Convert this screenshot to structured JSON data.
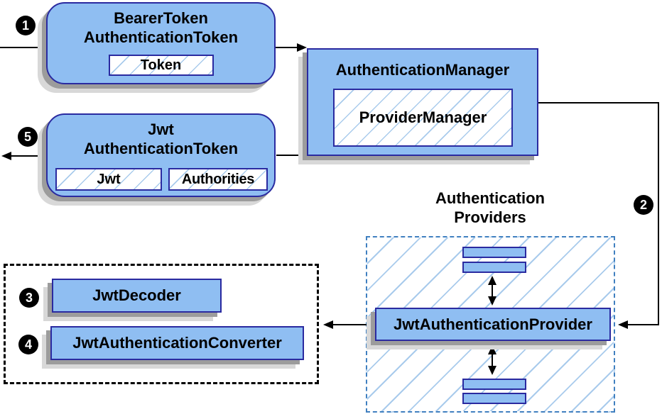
{
  "colors": {
    "box_fill": "#8FBEF2",
    "box_border": "#2A2AA0",
    "hatch_line": "#A9CBEC",
    "providers_dash_border": "#4080C0",
    "black_dash_border": "#000000",
    "connector": "#000000",
    "shadow_dark": "#9C9C9C",
    "shadow_light": "#D8D8D8",
    "badge_bg": "#000000",
    "badge_text": "#FFFFFF"
  },
  "steps": {
    "s1": "1",
    "s2": "2",
    "s3": "3",
    "s4": "4",
    "s5": "5"
  },
  "nodes": {
    "bearer_token_authentication_token": {
      "title_line1": "BearerToken",
      "title_line2": "AuthenticationToken",
      "field_token": "Token"
    },
    "authentication_manager": {
      "title": "AuthenticationManager",
      "field_provider_manager": "ProviderManager"
    },
    "jwt_authentication_token": {
      "title_line1": "Jwt",
      "title_line2": "AuthenticationToken",
      "field_jwt": "Jwt",
      "field_authorities": "Authorities"
    },
    "authentication_providers": {
      "label_line1": "Authentication",
      "label_line2": "Providers"
    },
    "jwt_authentication_provider": {
      "title": "JwtAuthenticationProvider"
    },
    "jwt_decoder": {
      "title": "JwtDecoder"
    },
    "jwt_authentication_converter": {
      "title": "JwtAuthenticationConverter"
    }
  }
}
